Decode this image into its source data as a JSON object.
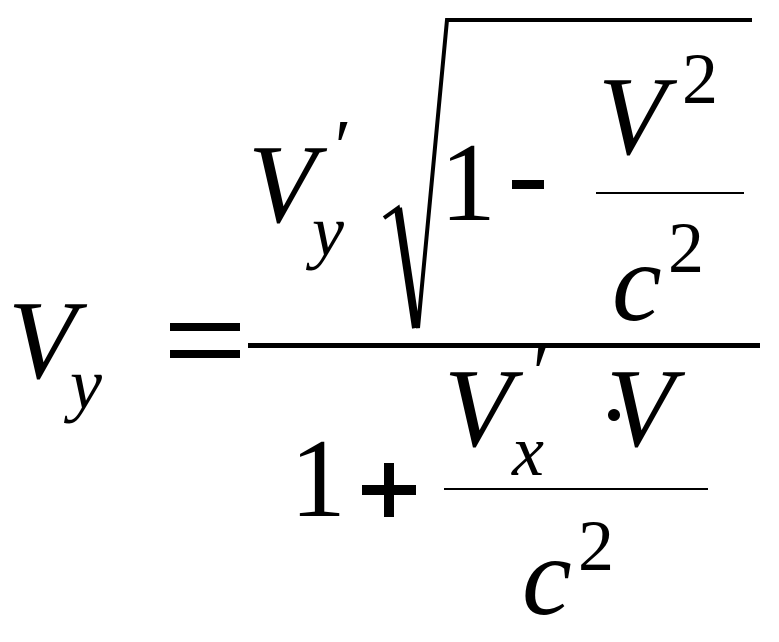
{
  "formula": {
    "lhs": {
      "base": "V",
      "sub": "y"
    },
    "equals": "=",
    "numerator": {
      "base": "V",
      "prime": "′",
      "sub": "y",
      "root": {
        "one": "1",
        "minus": "-",
        "frac_num_base": "V",
        "frac_num_exp": "2",
        "frac_den_base": "c",
        "frac_den_exp": "2"
      }
    },
    "denominator": {
      "one": "1",
      "plus": "+",
      "frac_num_base": "V",
      "frac_num_prime": "′",
      "frac_num_sub": "x",
      "dot": "·",
      "frac_num_V": "V",
      "frac_den_base": "c",
      "frac_den_exp": "2"
    }
  }
}
